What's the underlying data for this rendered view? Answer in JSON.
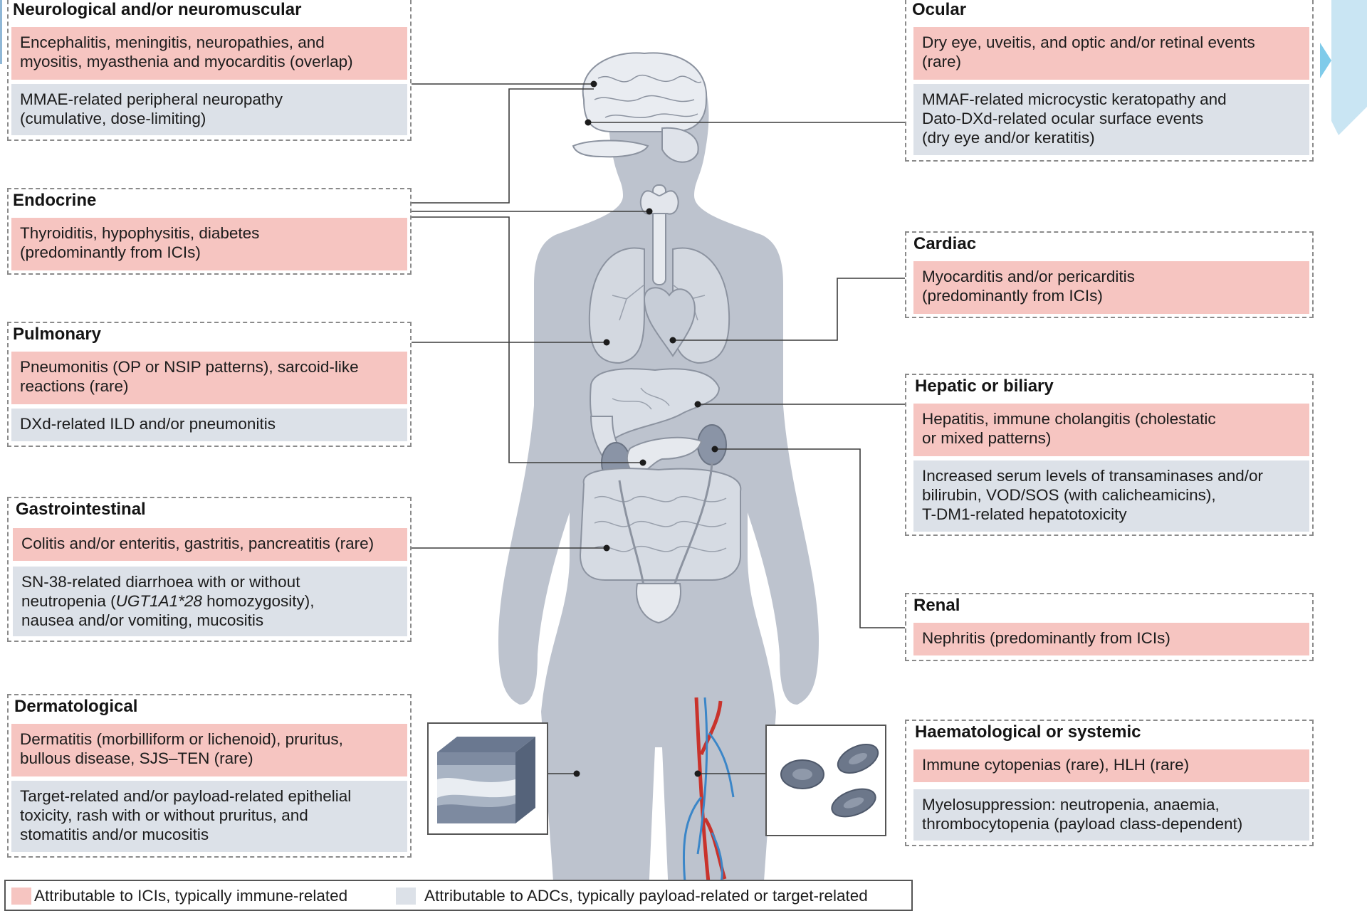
{
  "colors": {
    "ici": "#f6c5c1",
    "adc": "#dce1e8",
    "body": "#bcc2cd",
    "connector": "#3c3c3c",
    "artery": "#c9332c",
    "vein": "#3b86c8"
  },
  "panels": {
    "neuro": {
      "title": "Neurological and/or neuromuscular",
      "ici": "Encephalitis, meningitis, neuropathies, and\nmyositis, myasthenia and myocarditis (overlap)",
      "adc": "MMAE-related peripheral neuropathy\n(cumulative, dose-limiting)"
    },
    "endocrine": {
      "title": "Endocrine",
      "ici": "Thyroiditis, hypophysitis, diabetes\n(predominantly from ICIs)"
    },
    "pulmonary": {
      "title": "Pulmonary",
      "ici": "Pneumonitis (OP or NSIP patterns), sarcoid-like\nreactions (rare)",
      "adc": "DXd-related ILD and/or pneumonitis"
    },
    "gi": {
      "title": "Gastrointestinal",
      "ici": "Colitis and/or enteritis, gastritis, pancreatitis (rare)",
      "adc_line1": "SN-38-related diarrhoea with or without",
      "adc_line2_pre": "neutropenia (",
      "adc_line2_italic": "UGT1A1*28",
      "adc_line2_post": " homozygosity),",
      "adc_line3": "nausea and/or vomiting, mucositis"
    },
    "derm": {
      "title": "Dermatological",
      "ici": "Dermatitis (morbilliform or lichenoid), pruritus,\nbullous disease, SJS–TEN (rare)",
      "adc": "Target-related and/or payload-related epithelial\ntoxicity, rash with or without pruritus, and\nstomatitis and/or mucositis"
    },
    "ocular": {
      "title": "Ocular",
      "ici": "Dry eye, uveitis, and optic and/or retinal events\n(rare)",
      "adc": "MMAF-related microcystic keratopathy and\nDato-DXd-related ocular surface events\n(dry eye and/or keratitis)"
    },
    "cardiac": {
      "title": "Cardiac",
      "ici": "Myocarditis and/or pericarditis\n(predominantly from ICIs)"
    },
    "hepatic": {
      "title": "Hepatic or biliary",
      "ici": "Hepatitis, immune cholangitis (cholestatic\nor mixed patterns)",
      "adc": "Increased serum levels of transaminases and/or\nbilirubin, VOD/SOS (with calicheamicins),\nT-DM1-related hepatotoxicity"
    },
    "renal": {
      "title": "Renal",
      "ici": "Nephritis (predominantly from ICIs)"
    },
    "haem": {
      "title": "Haematological or systemic",
      "ici": "Immune cytopenias (rare), HLH (rare)",
      "adc": "Myelosuppression: neutropenia, anaemia,\nthrombocytopenia (payload class-dependent)"
    }
  },
  "legend": {
    "ici_label": "Attributable to ICIs, typically immune-related",
    "adc_label": "Attributable to ADCs, typically payload-related or target-related"
  }
}
